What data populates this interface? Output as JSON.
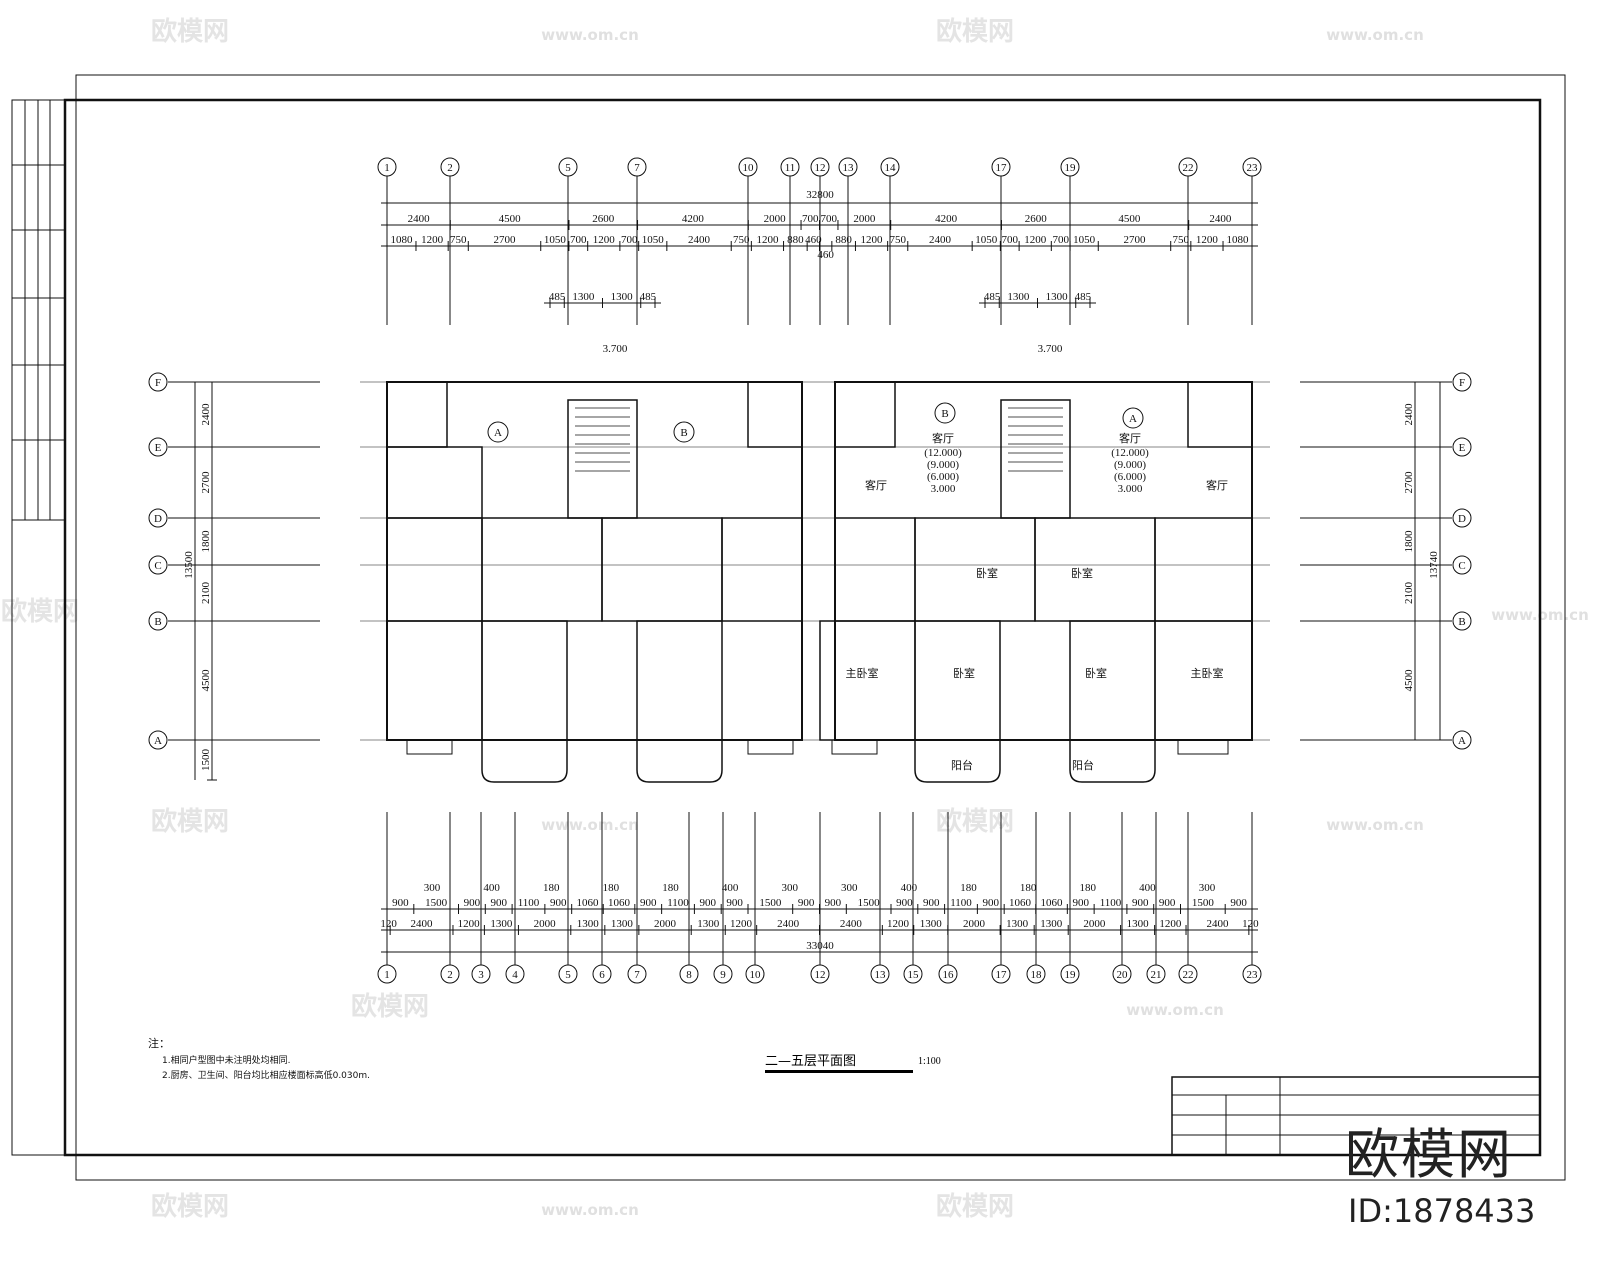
{
  "drawing": {
    "title": "二—五层平面图",
    "scale": "1:100",
    "notes": {
      "heading": "注：",
      "items": [
        "1.相同户型图中未注明处均相同.",
        "2.厨房、卫生间、阳台均比相应楼面标高低0.030m."
      ]
    },
    "axes_top": [
      "1",
      "2",
      "5",
      "7",
      "10",
      "11",
      "12",
      "13",
      "14",
      "17",
      "19",
      "22",
      "23"
    ],
    "axes_bottom": [
      "1",
      "2",
      "3",
      "4",
      "5",
      "6",
      "7",
      "8",
      "9",
      "10",
      "12",
      "13",
      "15",
      "16",
      "17",
      "18",
      "19",
      "20",
      "21",
      "22",
      "23"
    ],
    "axes_rows": [
      "F",
      "E",
      "D",
      "C",
      "B",
      "A"
    ],
    "dims_top_total": "32800",
    "dims_top_1": [
      2400,
      4500,
      2600,
      4200,
      2000,
      700,
      700,
      2000,
      4200,
      2600,
      4500,
      2400
    ],
    "dims_top_2": [
      1080,
      1200,
      750,
      2700,
      1050,
      700,
      1200,
      700,
      1050,
      2400,
      750,
      1200,
      880,
      460,
      460,
      880,
      1200,
      750,
      2400,
      1050,
      700,
      1200,
      700,
      1050,
      2700,
      750,
      1200,
      1080
    ],
    "dims_stair": [
      485,
      1300,
      1300,
      485
    ],
    "dims_bottom_small": [
      "300",
      "400",
      "180",
      "180",
      "180",
      "400",
      "300",
      "300",
      "400",
      "180",
      "180",
      "180",
      "400",
      "300"
    ],
    "dims_bottom_1": [
      900,
      1500,
      900,
      900,
      1100,
      900,
      1060,
      1060,
      900,
      1100,
      900,
      900,
      1500,
      900,
      900,
      1500,
      900,
      900,
      1100,
      900,
      1060,
      1060,
      900,
      1100,
      900,
      900,
      1500,
      900
    ],
    "dims_bottom_2": [
      120,
      2400,
      1200,
      1300,
      2000,
      1300,
      1300,
      2000,
      1300,
      1200,
      2400,
      2400,
      1200,
      1300,
      2000,
      1300,
      1300,
      2000,
      1300,
      1200,
      2400,
      120
    ],
    "dims_bottom_total": "33040",
    "dims_left": [
      2400,
      2700,
      1800,
      2100,
      4500,
      1500
    ],
    "dims_left_total": "13500",
    "dims_right": [
      2400,
      2700,
      1800,
      2100,
      4500
    ],
    "dims_right_total": "13740",
    "rooms": [
      {
        "label": "A"
      },
      {
        "label": "B"
      },
      {
        "label": "B"
      },
      {
        "label": "A"
      },
      {
        "label": "客厅"
      },
      {
        "label": "客厅"
      },
      {
        "label": "客厅"
      },
      {
        "label": "客厅"
      },
      {
        "label": "卧室"
      },
      {
        "label": "卧室"
      },
      {
        "label": "卧室"
      },
      {
        "label": "卧室"
      },
      {
        "label": "主卧室"
      },
      {
        "label": "主卧室"
      },
      {
        "label": "阳台"
      },
      {
        "label": "阳台"
      },
      {
        "label": "3.700"
      },
      {
        "label": "3.700"
      }
    ],
    "levels": [
      "(12.000)",
      "(9.000)",
      "(6.000)",
      "3.000"
    ]
  },
  "watermark": {
    "brand": "欧模网",
    "id": "ID:1878433",
    "site": "www.om.cn"
  }
}
